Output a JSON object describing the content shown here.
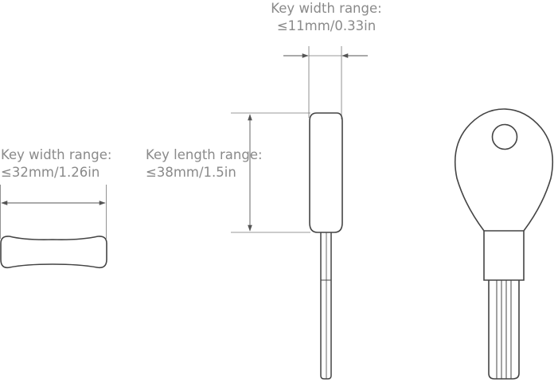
{
  "labels": {
    "top_width": {
      "title": "Key width range:",
      "value": "≤11mm/0.33in"
    },
    "left_width": {
      "title": "Key width range:",
      "value": "≤32mm/1.26in"
    },
    "length": {
      "title": "Key length range:",
      "value": "≤38mm/1.5in"
    }
  },
  "colors": {
    "line": "#444444",
    "dimension_line": "#777777",
    "text": "#8a8a8a"
  }
}
